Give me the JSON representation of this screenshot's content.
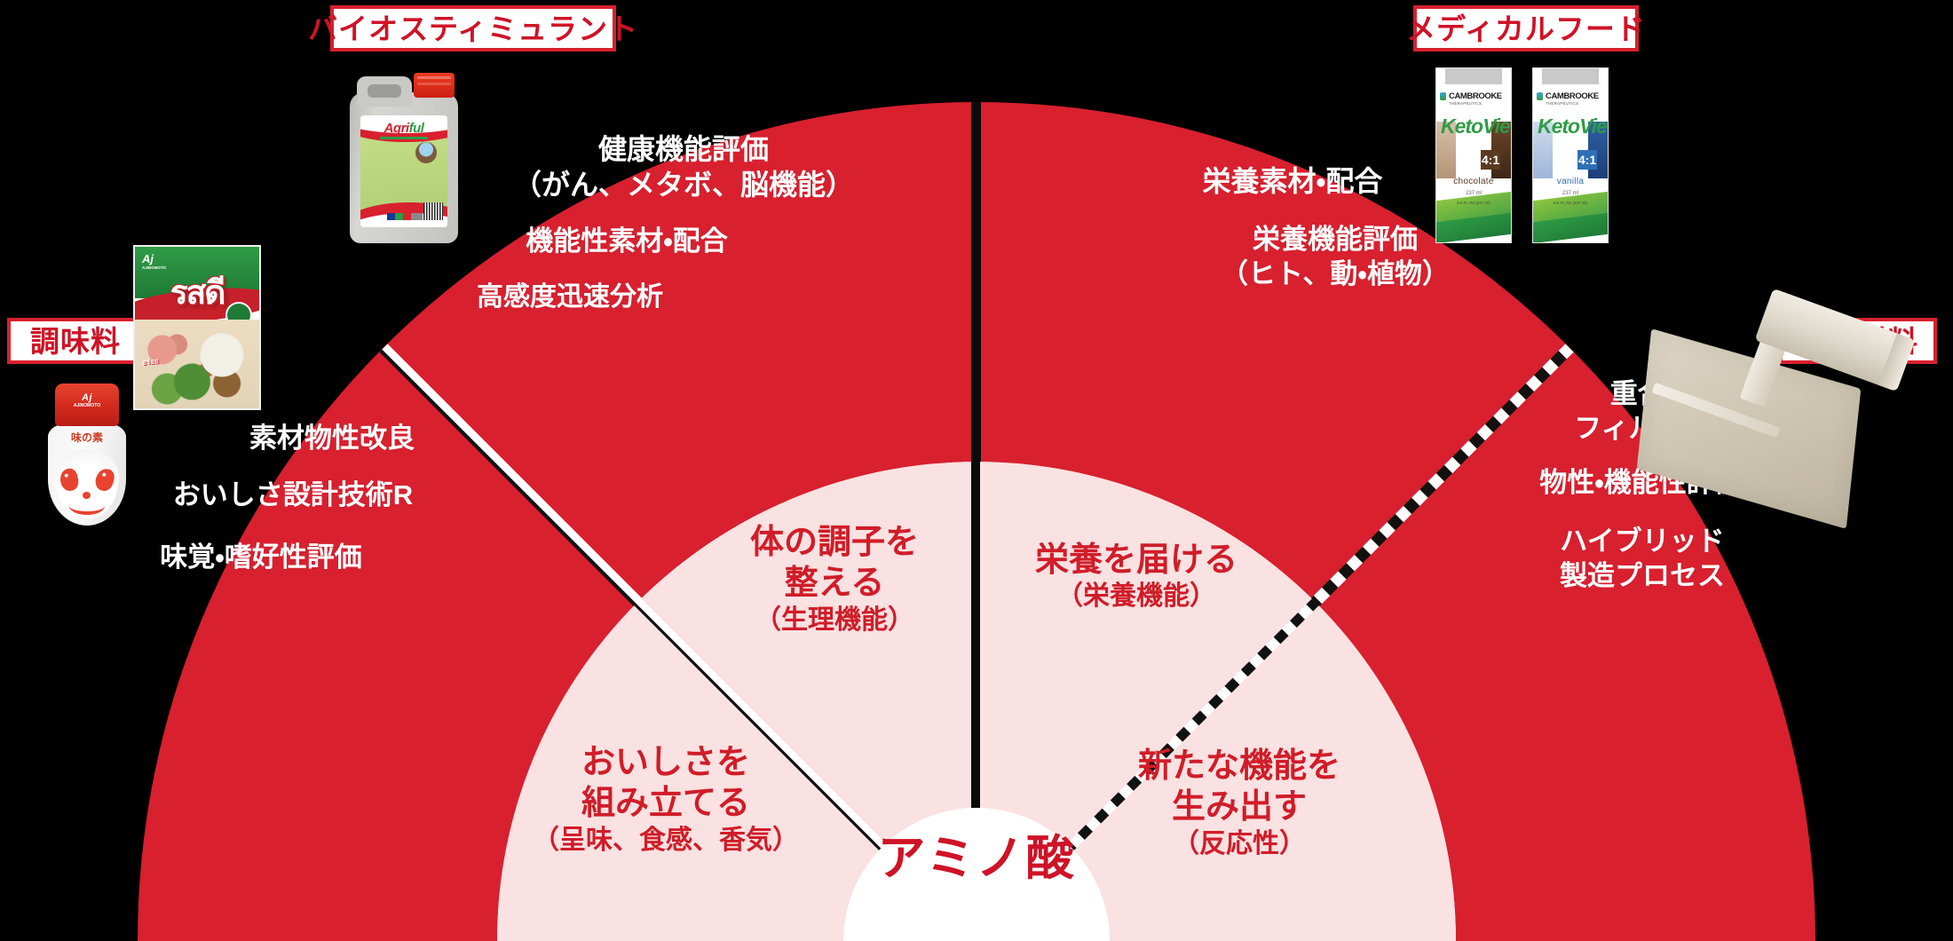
{
  "center": {
    "label": "アミノ酸"
  },
  "categories": [
    {
      "id": "seasoning",
      "label": "調味料"
    },
    {
      "id": "biostimulant",
      "label": "バイオスティミュラント"
    },
    {
      "id": "medical-food",
      "label": "メディカルフード"
    },
    {
      "id": "electronic",
      "label": "電子材料"
    }
  ],
  "quadrants": [
    {
      "id": "taste",
      "inner_title": "おいしさを\n組み立てる",
      "inner_line1": "おいしさを",
      "inner_line2": "組み立てる",
      "inner_sub": "（呈味、食感、香気）",
      "outer_items": [
        "素材物性改良",
        "おいしさ設計技術R",
        "味覚・嗜好性評価"
      ]
    },
    {
      "id": "physiological",
      "inner_line1": "体の調子を",
      "inner_line2": "整える",
      "inner_sub": "（生理機能）",
      "outer_items": [
        "健康機能評価",
        "（がん、メタボ、脳機能）",
        "機能性素材・配合",
        "高感度迅速分析"
      ]
    },
    {
      "id": "nutrition",
      "inner_line1": "栄養を届ける",
      "inner_line2": "",
      "inner_sub": "（栄養機能）",
      "outer_items": [
        "栄養素材・配合",
        "栄養機能評価",
        "（ヒト、動・植物）"
      ]
    },
    {
      "id": "reactivity",
      "inner_line1": "新たな機能を",
      "inner_line2": "生み出す",
      "inner_sub": "（反応性）",
      "outer_items": [
        "重合・",
        "フィルム化",
        "物性・機能性評価",
        "ハイブリッド",
        "製造プロセス"
      ]
    }
  ],
  "outer_text": {
    "health_eval": "健康機能評価",
    "health_eval_sub": "（がん、メタボ、脳機能）",
    "functional_material": "機能性素材・配合",
    "rapid_analysis": "高感度迅速分析",
    "nutrition_material": "栄養素材・配合",
    "nutrition_eval": "栄養機能評価",
    "nutrition_eval_sub": "（ヒト、動・植物）",
    "material_property": "素材物性改良",
    "taste_design": "おいしさ設計技術R",
    "taste_eval": "味覚・嗜好性評価",
    "polymerization": "重合・",
    "filming": "フィルム化",
    "property_eval": "物性・機能性評価",
    "hybrid": "ハイブリッド",
    "process": "製造プロセス"
  },
  "inner_text": {
    "body_tune_1": "体の調子を",
    "body_tune_2": "整える",
    "body_tune_sub": "（生理機能）",
    "deliver_nutrition": "栄養を届ける",
    "deliver_nutrition_sub": "（栄養機能）",
    "build_taste_1": "おいしさを",
    "build_taste_2": "組み立てる",
    "build_taste_sub": "（呈味、食感、香気）",
    "new_function_1": "新たな機能を",
    "new_function_2": "生み出す",
    "new_function_sub": "（反応性）"
  },
  "products": {
    "shaker": {
      "brand": "Aj",
      "brand_sub": "AJINOMOTO",
      "logo": "味の素"
    },
    "pouch": {
      "brand": "Aj",
      "brand_sub": "AJINOMOTO",
      "word": "รสดี",
      "thai": "อร่อย"
    },
    "jug": {
      "brand_a": "Agri",
      "brand_b": "ful"
    },
    "carton_chocolate": {
      "company": "CAMBROOKE",
      "company_sub": "THERAPEUTICS",
      "product": "KetoVie",
      "ratio": "4:1",
      "flavor": "chocolate",
      "volume": "237 ml",
      "oz": "8.0 FL OZ (237 ml)"
    },
    "carton_vanilla": {
      "company": "CAMBROOKE",
      "company_sub": "THERAPEUTICS",
      "product": "KetoVie",
      "ratio": "4:1",
      "flavor": "vanilla",
      "volume": "237 ml",
      "oz": "8.0 FL OZ (237 ml)"
    }
  },
  "colors": {
    "red": "#D8202F",
    "red_dark": "#CF1326",
    "pink": "#FAE1E2",
    "white": "#FFFFFF",
    "background": "#000000",
    "divider": "#101010"
  }
}
